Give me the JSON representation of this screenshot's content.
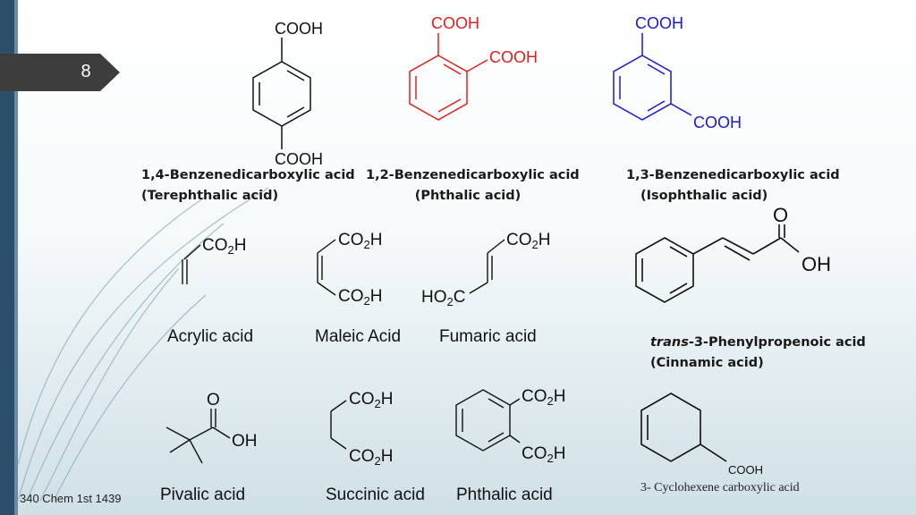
{
  "slide": {
    "number": "8",
    "footer": "340 Chem 1st 1439"
  },
  "colors": {
    "bar": "#2b4e6a",
    "phthalic": "#e02020",
    "isophthalic": "#1a1acc",
    "tab": "#3d3d3d"
  },
  "labels": {
    "cooh": "COOH",
    "co2h_co": "CO",
    "co2h_sub": "2",
    "co2h_h": "H",
    "ho2c_ho": "HO",
    "ho2c_sub": "2",
    "ho2c_c": "C",
    "o": "O",
    "oh": "OH"
  },
  "captions": {
    "terephthalic_line1": "1,4-Benzenedicarboxylic acid",
    "terephthalic_line2": "(Terephthalic acid)",
    "phthalic_line1": "1,2-Benzenedicarboxylic acid",
    "phthalic_line2": "(Phthalic acid)",
    "isophthalic_line1": "1,3-Benzenedicarboxylic acid",
    "isophthalic_line2": "(Isophthalic acid)",
    "cinnamic_prefix": "trans",
    "cinnamic_rest": "-3-Phenylpropenoic acid",
    "cinnamic_line2": "(Cinnamic acid)",
    "acrylic": "Acrylic acid",
    "maleic": "Maleic Acid",
    "fumaric": "Fumaric acid",
    "pivalic": "Pivalic acid",
    "succinic": "Succinic acid",
    "phthalic2": "Phthalic acid",
    "cyclohexene": "3- Cyclohexene carboxylic acid"
  }
}
